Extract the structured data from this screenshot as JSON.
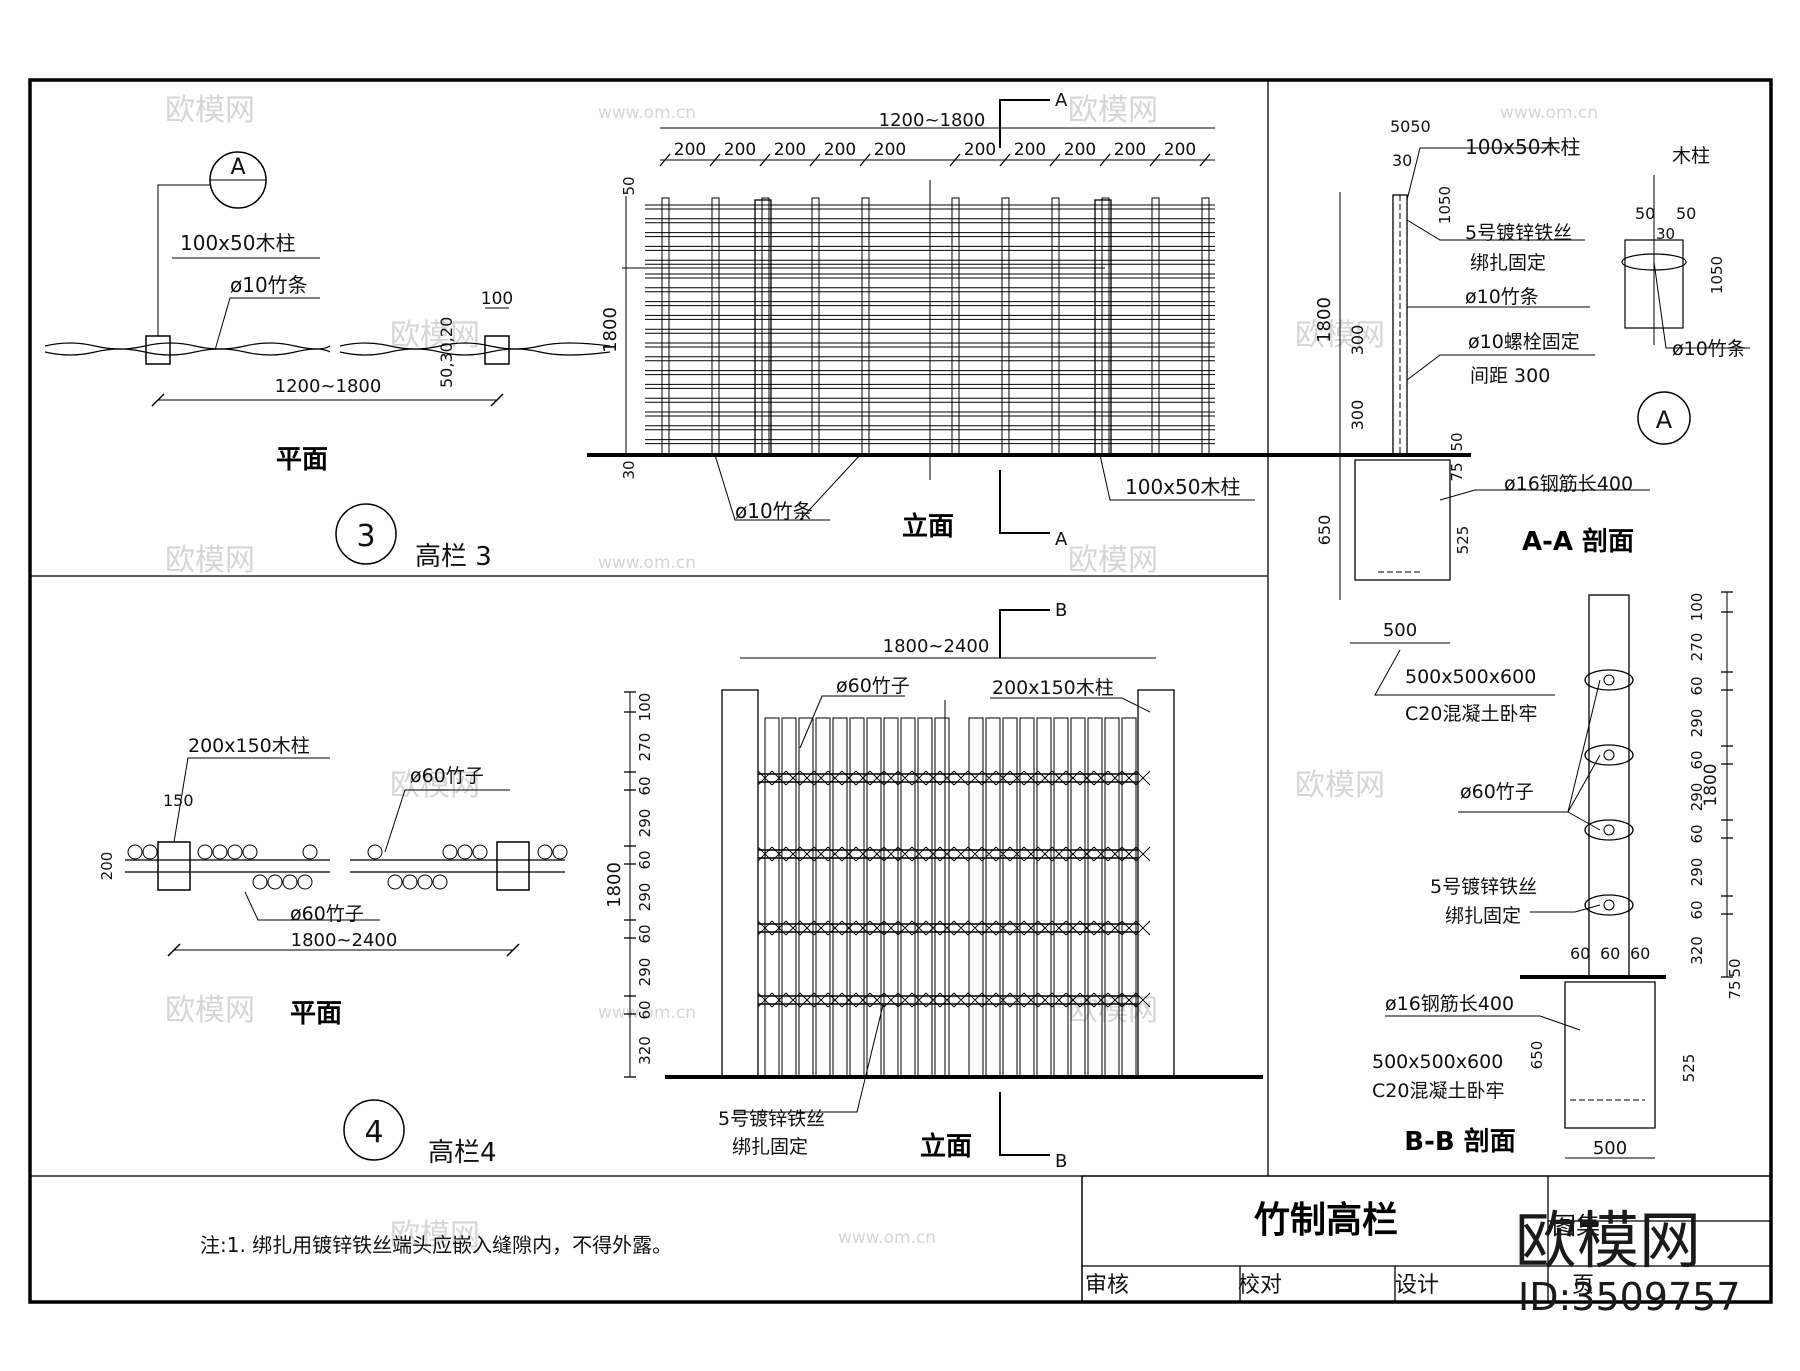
{
  "watermark": {
    "logo_text": "欧模网",
    "url_text": "www.om.cn"
  },
  "brand": {
    "name": "欧模网",
    "id": "ID:3509757"
  },
  "fence3": {
    "plan": {
      "callout": "A",
      "post_label": "100x50木柱",
      "strip_label": "ø10竹条",
      "dim_post": "100",
      "dim_span": "1200~1800",
      "dim_side": "50,30,20",
      "caption": "平面"
    },
    "elevation": {
      "section_mark": "A",
      "dim_span": "1200~1800",
      "dim_spacing": [
        "200",
        "200",
        "200",
        "200",
        "200",
        "200",
        "200",
        "200",
        "200",
        "200"
      ],
      "dim_height": "1800",
      "dim_top": "50",
      "dim_bottom": "30",
      "strip_label": "ø10竹条",
      "post_label": "100x50木柱",
      "caption": "立面"
    },
    "number": "3",
    "title": "高栏 3"
  },
  "section_aa": {
    "dim_top": "5050",
    "dim_30": "30",
    "post_label": "100x50木柱",
    "dim_1050": "1050",
    "wire_label_1": "5号镀锌铁丝",
    "wire_label_2": "绑扎固定",
    "strip_label": "ø10竹条",
    "bolt_label_1": "ø10螺栓固定",
    "bolt_label_2": "间距 300",
    "dim_height": "1800",
    "dim_300a": "300",
    "dim_300b": "300",
    "dim_50": "50",
    "dim_75": "75",
    "rebar_label": "ø16钢筋长400",
    "dim_650": "650",
    "dim_525": "525",
    "dim_500": "500",
    "footing_label_1": "500x500x600",
    "footing_label_2": "C20混凝土卧牢",
    "caption": "A-A 剖面"
  },
  "detail_a": {
    "post_label": "木柱",
    "dim_50a": "50",
    "dim_50b": "50",
    "dim_30": "30",
    "dim_1050": "1050",
    "strip_label": "ø10竹条",
    "callout": "A"
  },
  "fence4": {
    "plan": {
      "post_label": "200x150木柱",
      "bamboo_label_top": "ø60竹子",
      "bamboo_label_bottom": "ø60竹子",
      "dim_150": "150",
      "dim_200": "200",
      "dim_span": "1800~2400",
      "caption": "平面"
    },
    "elevation": {
      "section_mark": "B",
      "dim_span": "1800~2400",
      "bamboo_label": "ø60竹子",
      "post_label": "200x150木柱",
      "dim_height": "1800",
      "dim_chain": [
        "100",
        "270",
        "60",
        "290",
        "60",
        "290",
        "60",
        "290",
        "60",
        "320"
      ],
      "wire_label_1": "5号镀锌铁丝",
      "wire_label_2": "绑扎固定",
      "caption": "立面"
    },
    "number": "4",
    "title": "高栏4"
  },
  "section_bb": {
    "dim_chain": [
      "100",
      "270",
      "60",
      "290",
      "60",
      "290",
      "60",
      "290",
      "60",
      "320"
    ],
    "dim_height": "1800",
    "bamboo_label": "ø60竹子",
    "wire_label_1": "5号镀锌铁丝",
    "wire_label_2": "绑扎固定",
    "dim_60a": "60",
    "dim_60b": "60",
    "dim_60c": "60",
    "rebar_label": "ø16钢筋长400",
    "dim_75": "75",
    "dim_50": "50",
    "footing_label_1": "500x500x600",
    "footing_label_2": "C20混凝土卧牢",
    "dim_650": "650",
    "dim_525": "525",
    "dim_500": "500",
    "caption": "B-B 剖面"
  },
  "notes": {
    "text": "注:1.   绑扎用镀锌铁丝端头应嵌入缝隙内，不得外露。"
  },
  "title_block": {
    "title": "竹制高栏",
    "atlas_label": "图集",
    "review": "审核",
    "check": "校对",
    "design": "设计",
    "page_label": "页"
  }
}
